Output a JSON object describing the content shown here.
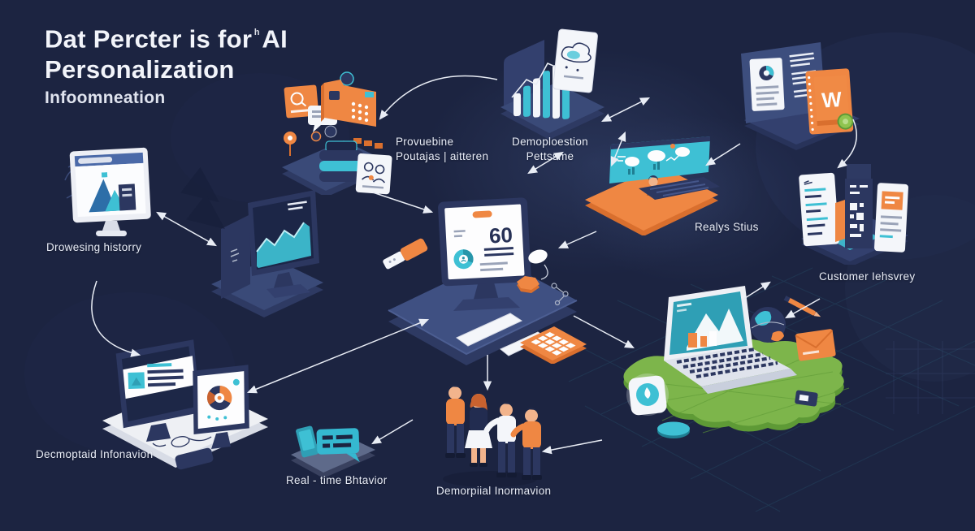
{
  "title": {
    "part1": "Dat Percter is for",
    "glyph": "ʰ",
    "part2": "AI",
    "line2": "Personalization",
    "line3": "Infoomneation"
  },
  "labels": {
    "browsing_history": "Drowesing historry",
    "processing_line1": "Provuebine",
    "processing_line2": "Poutajas | aitteren",
    "demographic_patterns_line1": "Demoploestion",
    "demographic_patterns_line2": "Pettssme",
    "realtime_status": "Realys Stius",
    "customer_survey": "Customer Iehsvrey",
    "demographic_info": "Decmoptaid Infonavion",
    "realtime_behavior": "Real - time Bhtavior",
    "demographic_information": "Demorpiial Inormavion"
  },
  "center_screen": {
    "value": "60"
  },
  "notebook": {
    "logo": "W"
  },
  "colors": {
    "background": "#1c2441",
    "navy_dark": "#2c3760",
    "platform": "#3f5082",
    "teal": "#3ec0d4",
    "orange": "#ef8743",
    "green": "#7db54b",
    "white": "#f4f6fa",
    "arrow": "#e9edf5"
  }
}
